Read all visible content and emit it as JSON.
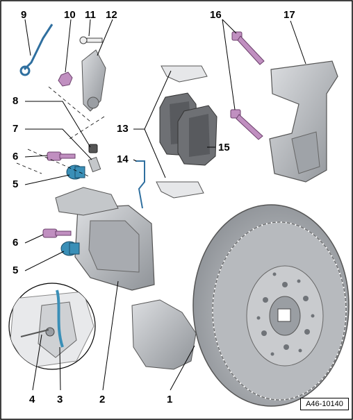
{
  "diagram": {
    "reference_code": "A46-10140",
    "callouts": [
      "1",
      "2",
      "3",
      "4",
      "5",
      "5",
      "6",
      "6",
      "7",
      "8",
      "9",
      "10",
      "11",
      "12",
      "13",
      "14",
      "15",
      "16",
      "17"
    ],
    "colors": {
      "metal": "#b9bcc0",
      "metal_dark": "#7c8086",
      "bolt": "#c08fc0",
      "bushing": "#3a8fb7",
      "spring": "#2f6f9f",
      "pad": "#6e7074"
    }
  }
}
